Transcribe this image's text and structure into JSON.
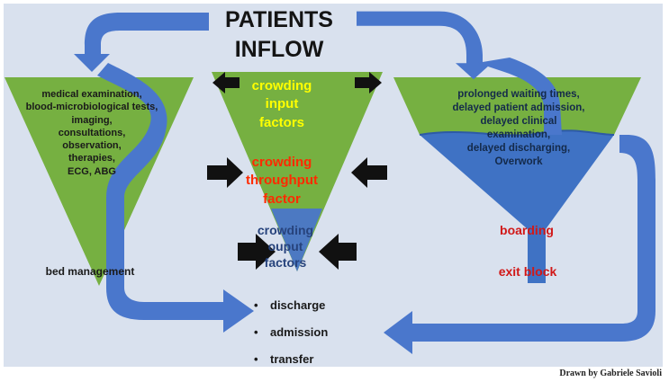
{
  "title": {
    "line1": "PATIENTS",
    "line2": "INFLOW"
  },
  "left_funnel": {
    "items": [
      "medical examination,",
      "blood-microbiological tests,",
      "imaging,",
      "consultations,",
      "observation,",
      "therapies,",
      "ECG, ABG"
    ],
    "bottom_label": "bed management"
  },
  "middle_funnel": {
    "input": {
      "line1": "crowding",
      "line2": "input",
      "line3": "factors"
    },
    "throughput": {
      "line1": "crowding",
      "line2": "throughput",
      "line3": "factor"
    },
    "output": {
      "line1": "crowding",
      "line2": "ouput",
      "line3": "factors"
    }
  },
  "right_funnel": {
    "items": [
      "prolonged waiting times,",
      "delayed patient admission,",
      "delayed clinical",
      "examination,",
      "delayed discharging,",
      "Overwork"
    ],
    "boarding": "boarding",
    "exit_block": "exit block"
  },
  "outcomes": {
    "bullet": "•",
    "items": [
      "discharge",
      "admission",
      "transfer"
    ]
  },
  "credit": "Drawn by Gabriele Savioli",
  "colors": {
    "background": "#d9e1ee",
    "funnel_green": "#76b041",
    "arrow_blue": "#4a77cc",
    "water_blue": "#3f72c4",
    "input_text": "#ffff00",
    "throughput_text": "#ff2a00",
    "output_text": "#27437c",
    "alert_text": "#d11818"
  }
}
